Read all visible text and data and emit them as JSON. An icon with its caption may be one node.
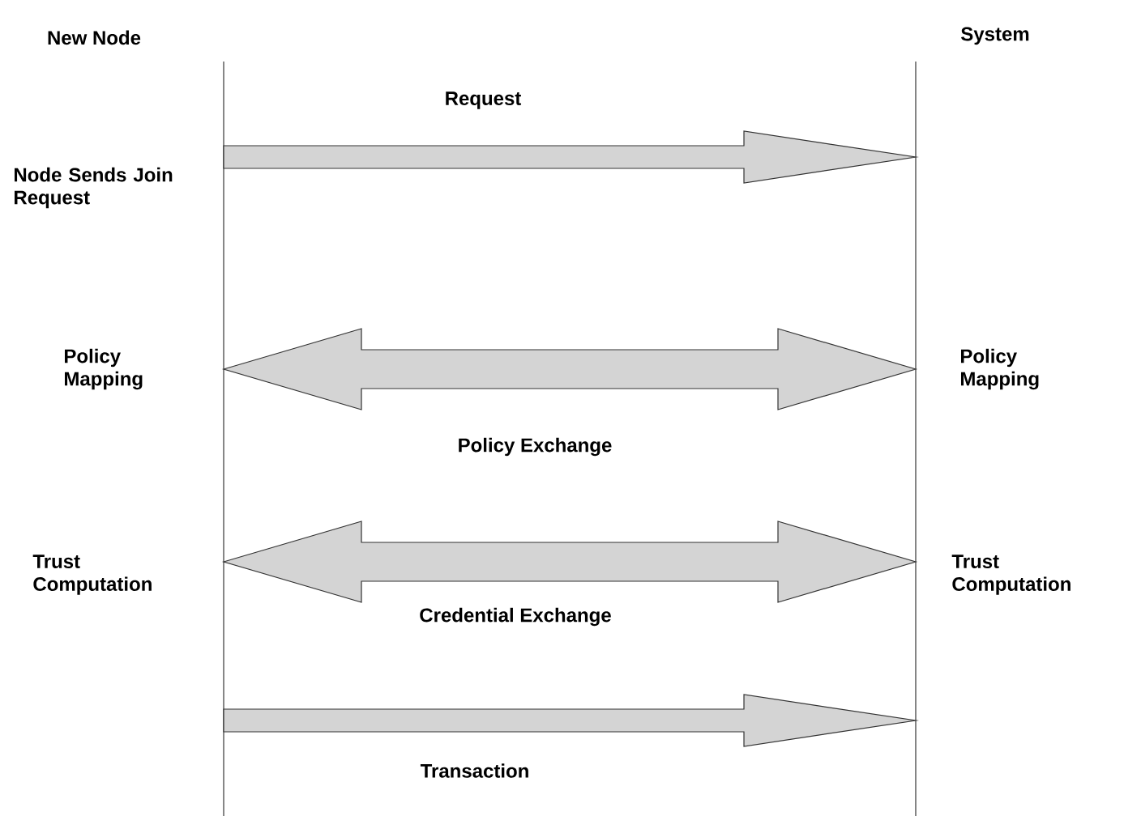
{
  "diagram": {
    "nodes": [
      {
        "text": [
          "New Node"
        ]
      },
      {
        "text": [
          "System"
        ]
      }
    ],
    "edges": [
      {
        "from": 0,
        "to": 1,
        "arrow": "to",
        "label": "Request"
      },
      {
        "from": 0,
        "to": 1,
        "arrow": "both",
        "label": "Policy Exchange"
      },
      {
        "from": 0,
        "to": 1,
        "arrow": "both",
        "label": "Credential Exchange"
      },
      {
        "from": 0,
        "to": 1,
        "arrow": "to",
        "label": "Transaction"
      }
    ],
    "labels": [
      "Node Sends Join Request",
      "Policy Mapping",
      "Policy Mapping",
      "Trust Computation",
      "Trust Computation"
    ]
  }
}
